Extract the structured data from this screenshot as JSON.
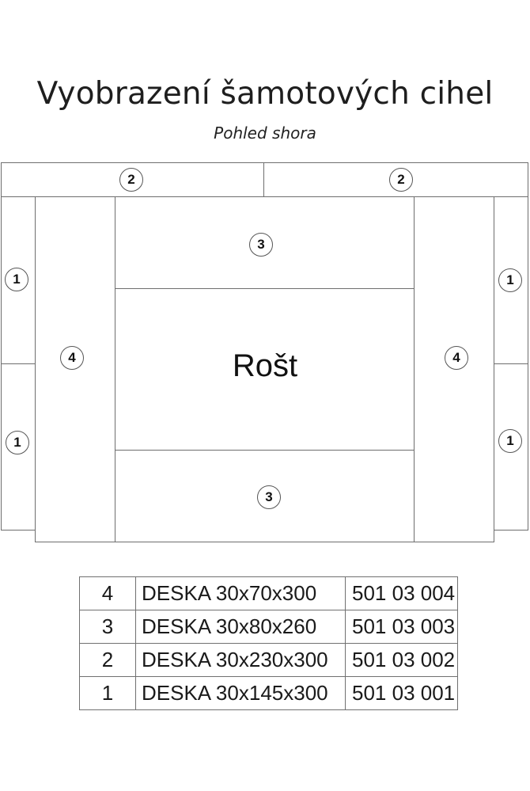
{
  "header": {
    "title": "Vyobrazení šamotových cihel",
    "subtitle": "Pohled shora"
  },
  "diagram": {
    "center_label": "Rošt",
    "badges": {
      "top_left": "2",
      "top_right": "2",
      "upper_middle": "3",
      "lower_middle": "3",
      "left_column": "4",
      "right_column": "4",
      "left_upper_side": "1",
      "left_lower_side": "1",
      "right_upper_side": "1",
      "right_lower_side": "1"
    }
  },
  "parts_table": {
    "rows": [
      {
        "number": "4",
        "description": "DESKA 30x70x300",
        "code": "501 03 004"
      },
      {
        "number": "3",
        "description": "DESKA 30x80x260",
        "code": "501 03 003"
      },
      {
        "number": "2",
        "description": "DESKA 30x230x300",
        "code": "501 03 002"
      },
      {
        "number": "1",
        "description": "DESKA 30x145x300",
        "code": "501 03 001"
      }
    ]
  }
}
